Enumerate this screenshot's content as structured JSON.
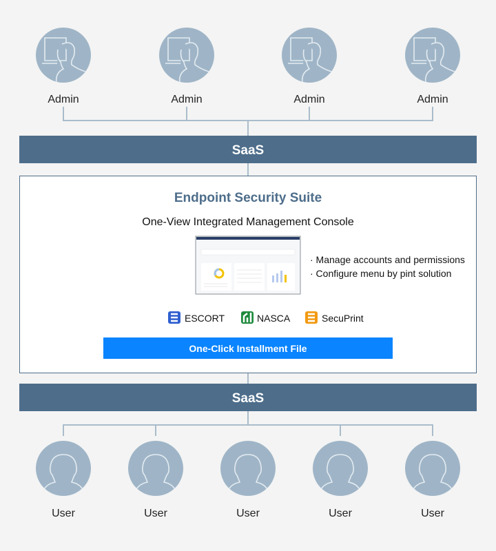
{
  "admins": [
    {
      "label": "Admin"
    },
    {
      "label": "Admin"
    },
    {
      "label": "Admin"
    },
    {
      "label": "Admin"
    }
  ],
  "saas_top": "SaaS",
  "suite": {
    "title": "Endpoint Security Suite",
    "subtitle": "One-View Integrated Management Console",
    "bullets": [
      "· Manage accounts and permissions",
      "· Configure menu by pint solution"
    ],
    "products": [
      {
        "name": "ESCORT",
        "color": "#2f5fd0"
      },
      {
        "name": "NASCA",
        "color": "#1f8a3c"
      },
      {
        "name": "SecuPrint",
        "color": "#f29a12"
      }
    ],
    "install_button": "One-Click Installment File"
  },
  "saas_bottom": "SaaS",
  "users": [
    {
      "label": "User"
    },
    {
      "label": "User"
    },
    {
      "label": "User"
    },
    {
      "label": "User"
    },
    {
      "label": "User"
    }
  ],
  "colors": {
    "bar": "#4d6d8a",
    "circle": "#9fb5c7",
    "line": "#a9bccb",
    "button": "#0a84ff",
    "title": "#4d6d8a"
  }
}
